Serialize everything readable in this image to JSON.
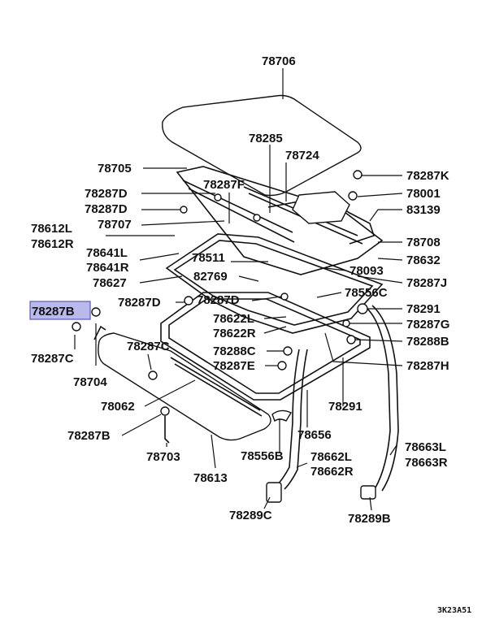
{
  "figure_code": "3K23A51",
  "highlight_color": "#b9b9ec",
  "labels": {
    "p78706": "78706",
    "p78285": "78285",
    "p78724": "78724",
    "p78705": "78705",
    "p78287F": "78287F",
    "p78287K": "78287K",
    "p78287D_a": "78287D",
    "p78001": "78001",
    "p78287D_b": "78287D",
    "p83139": "83139",
    "p78612L": "78612L",
    "p78707": "78707",
    "p78612R": "78612R",
    "p78708": "78708",
    "p78641L": "78641L",
    "p78511": "78511",
    "p78632": "78632",
    "p78641R": "78641R",
    "p78093": "78093",
    "p78627": "78627",
    "p82769": "82769",
    "p78287J": "78287J",
    "p78556C": "78556C",
    "p78287D_c": "78287D",
    "p78287D_d": "78287D",
    "p78287B_hl": "78287B",
    "p78291_a": "78291",
    "p78622L": "78622L",
    "p78287G": "78287G",
    "p78622R": "78622R",
    "p78287C_a": "78287C",
    "p78288B": "78288B",
    "p78287C_b": "78287C",
    "p78288C": "78288C",
    "p78287E": "78287E",
    "p78287H": "78287H",
    "p78704": "78704",
    "p78062": "78062",
    "p78291_b": "78291",
    "p78287B_b": "78287B",
    "p78656": "78656",
    "p78703": "78703",
    "p78556B": "78556B",
    "p78662L": "78662L",
    "p78663L": "78663L",
    "p78662R": "78662R",
    "p78663R": "78663R",
    "p78613": "78613",
    "p78289C": "78289C",
    "p78289B": "78289B"
  }
}
